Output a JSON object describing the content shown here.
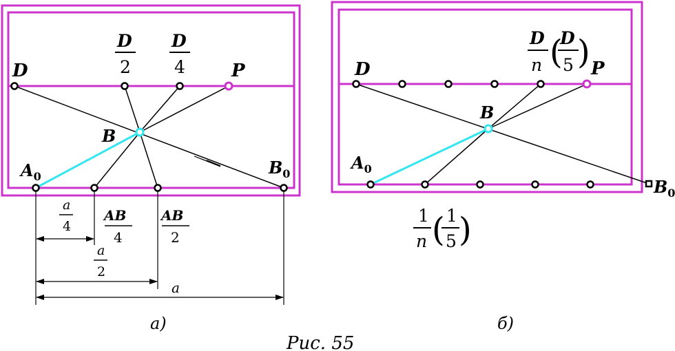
{
  "colors": {
    "frame": "#cc33cc",
    "guide": "#cc33cc",
    "cyan": "#33e6f0",
    "ink": "#000000"
  },
  "panel_a": {
    "point_D": "D",
    "frac_D2_num": "D",
    "frac_D2_den": "2",
    "frac_D4_num": "D",
    "frac_D4_den": "4",
    "point_P": "P",
    "point_B": "B",
    "point_A0_main": "A",
    "point_A0_sub": "0",
    "point_B0_main": "B",
    "point_B0_sub": "0",
    "dim_a4_num": "a",
    "dim_a4_den": "4",
    "dim_AB4_num": "AB",
    "dim_AB4_den": "4",
    "dim_AB2_num": "AB",
    "dim_AB2_den": "2",
    "dim_a2_num": "a",
    "dim_a2_den": "2",
    "dim_a": "a",
    "caption": "а)"
  },
  "panel_b": {
    "frac_Dn_num": "D",
    "frac_Dn_den": "n",
    "frac_D5_num": "D",
    "frac_D5_den": "5",
    "point_D": "D",
    "point_P": "P",
    "point_B": "B",
    "point_A0_main": "A",
    "point_A0_sub": "0",
    "point_B0_main": "B",
    "point_B0_sub": "0",
    "frac_1n_num": "1",
    "frac_1n_den": "n",
    "frac_15_num": "1",
    "frac_15_den": "5",
    "caption": "б)"
  },
  "figure_caption": "Рис. 55"
}
